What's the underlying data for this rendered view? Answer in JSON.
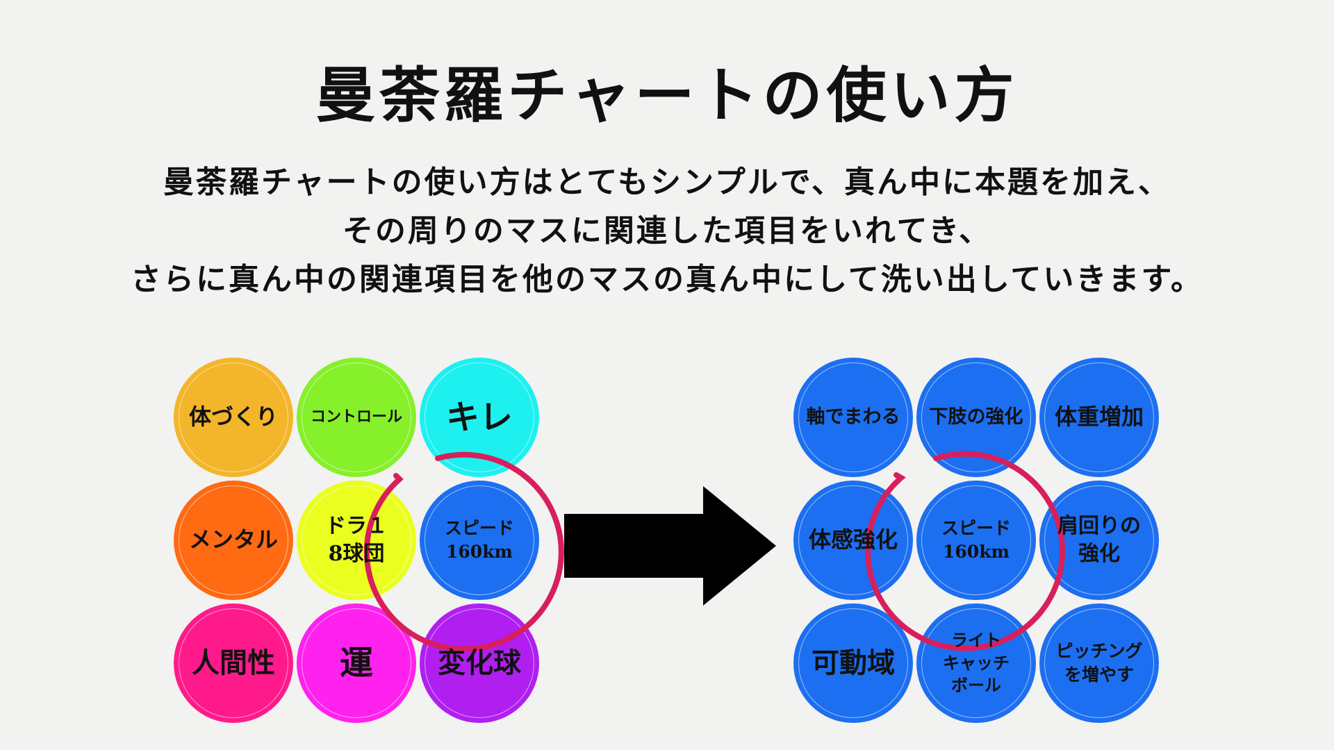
{
  "title": "曼荼羅チャートの使い方",
  "description": {
    "line1": "曼荼羅チャートの使い方はとてもシンプルで、真ん中に本題を加え、",
    "line2": "その周りのマスに関連した項目をいれてき、",
    "line3": "さらに真ん中の関連項目を他のマスの真ん中にして洗い出していきます。"
  },
  "left_grid": {
    "cells": [
      {
        "lines": [
          "体づくり"
        ],
        "color": "#f3b52a"
      },
      {
        "lines": [
          "コントロール"
        ],
        "color": "#86f02a"
      },
      {
        "lines": [
          "キレ"
        ],
        "color": "#1ef0f0"
      },
      {
        "lines": [
          "メンタル"
        ],
        "color": "#ff6a12"
      },
      {
        "lines": [
          "ドラ１",
          "8球団"
        ],
        "color": "#eaff1f"
      },
      {
        "lines": [
          "スピード",
          "160km"
        ],
        "color": "#1c6ff0"
      },
      {
        "lines": [
          "人間性"
        ],
        "color": "#ff1a8c"
      },
      {
        "lines": [
          "運"
        ],
        "color": "#ff22ee"
      },
      {
        "lines": [
          "変化球"
        ],
        "color": "#b01ff0"
      }
    ]
  },
  "right_grid": {
    "cells": [
      {
        "lines": [
          "軸でまわる"
        ],
        "color": "#1c6ff0"
      },
      {
        "lines": [
          "下肢の強化"
        ],
        "color": "#1c6ff0"
      },
      {
        "lines": [
          "体重増加"
        ],
        "color": "#1c6ff0"
      },
      {
        "lines": [
          "体感強化"
        ],
        "color": "#1c6ff0"
      },
      {
        "lines": [
          "スピード",
          "160km"
        ],
        "color": "#1c6ff0"
      },
      {
        "lines": [
          "肩回りの",
          "強化"
        ],
        "color": "#1c6ff0"
      },
      {
        "lines": [
          "可動域"
        ],
        "color": "#1c6ff0"
      },
      {
        "lines": [
          "ライト",
          "キャッチ",
          "ボール"
        ],
        "color": "#1c6ff0"
      },
      {
        "lines": [
          "ピッチング",
          "を増やす"
        ],
        "color": "#1c6ff0"
      }
    ]
  },
  "colors": {
    "background": "#f2f2f1",
    "ring": "#d81f5c",
    "arrow": "#000000"
  }
}
